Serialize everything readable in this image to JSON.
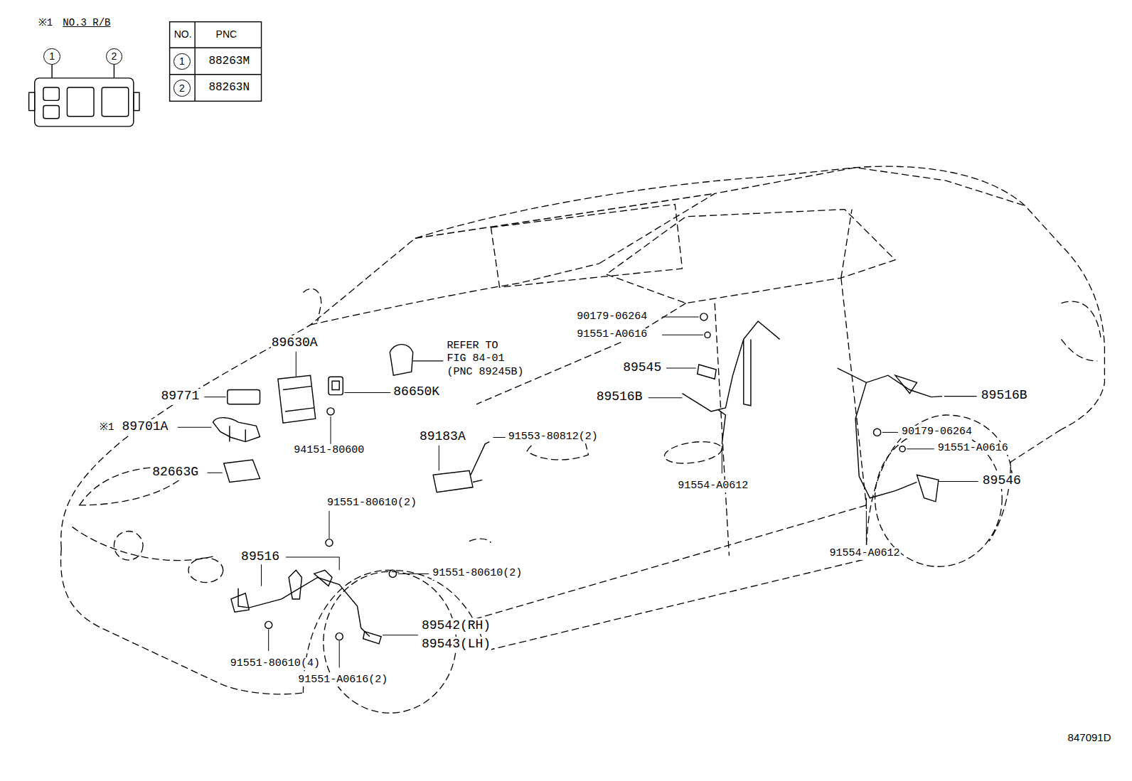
{
  "diagram": {
    "nodes": [
      {
        "text": [
          "1"
        ]
      },
      {
        "text": [
          "2"
        ]
      },
      {
        "text": [
          "1"
        ]
      },
      {
        "text": [
          "2"
        ]
      }
    ],
    "labels": [
      "※1",
      "NO.3 R/B",
      "NO.",
      "PNC",
      "88263M",
      "88263N",
      "89630A",
      "89771",
      "※1",
      "89701A",
      "82663G",
      "86650K",
      "REFER TO",
      "FIG 84-01",
      "(PNC 89245B)",
      "94151-80600",
      "89183A",
      "91553-80812(2)",
      "90179-06264",
      "91551-A0616",
      "89545",
      "89516B",
      "91554-A0612",
      "89516B",
      "90179-06264",
      "91551-A0616",
      "89546",
      "91554-A0612",
      "91551-80610(2)",
      "89516",
      "91551-80610(2)",
      "89542(RH)",
      "89543(LH)",
      "91551-80610(4)",
      "91551-A0616(2)",
      "847091D"
    ]
  }
}
